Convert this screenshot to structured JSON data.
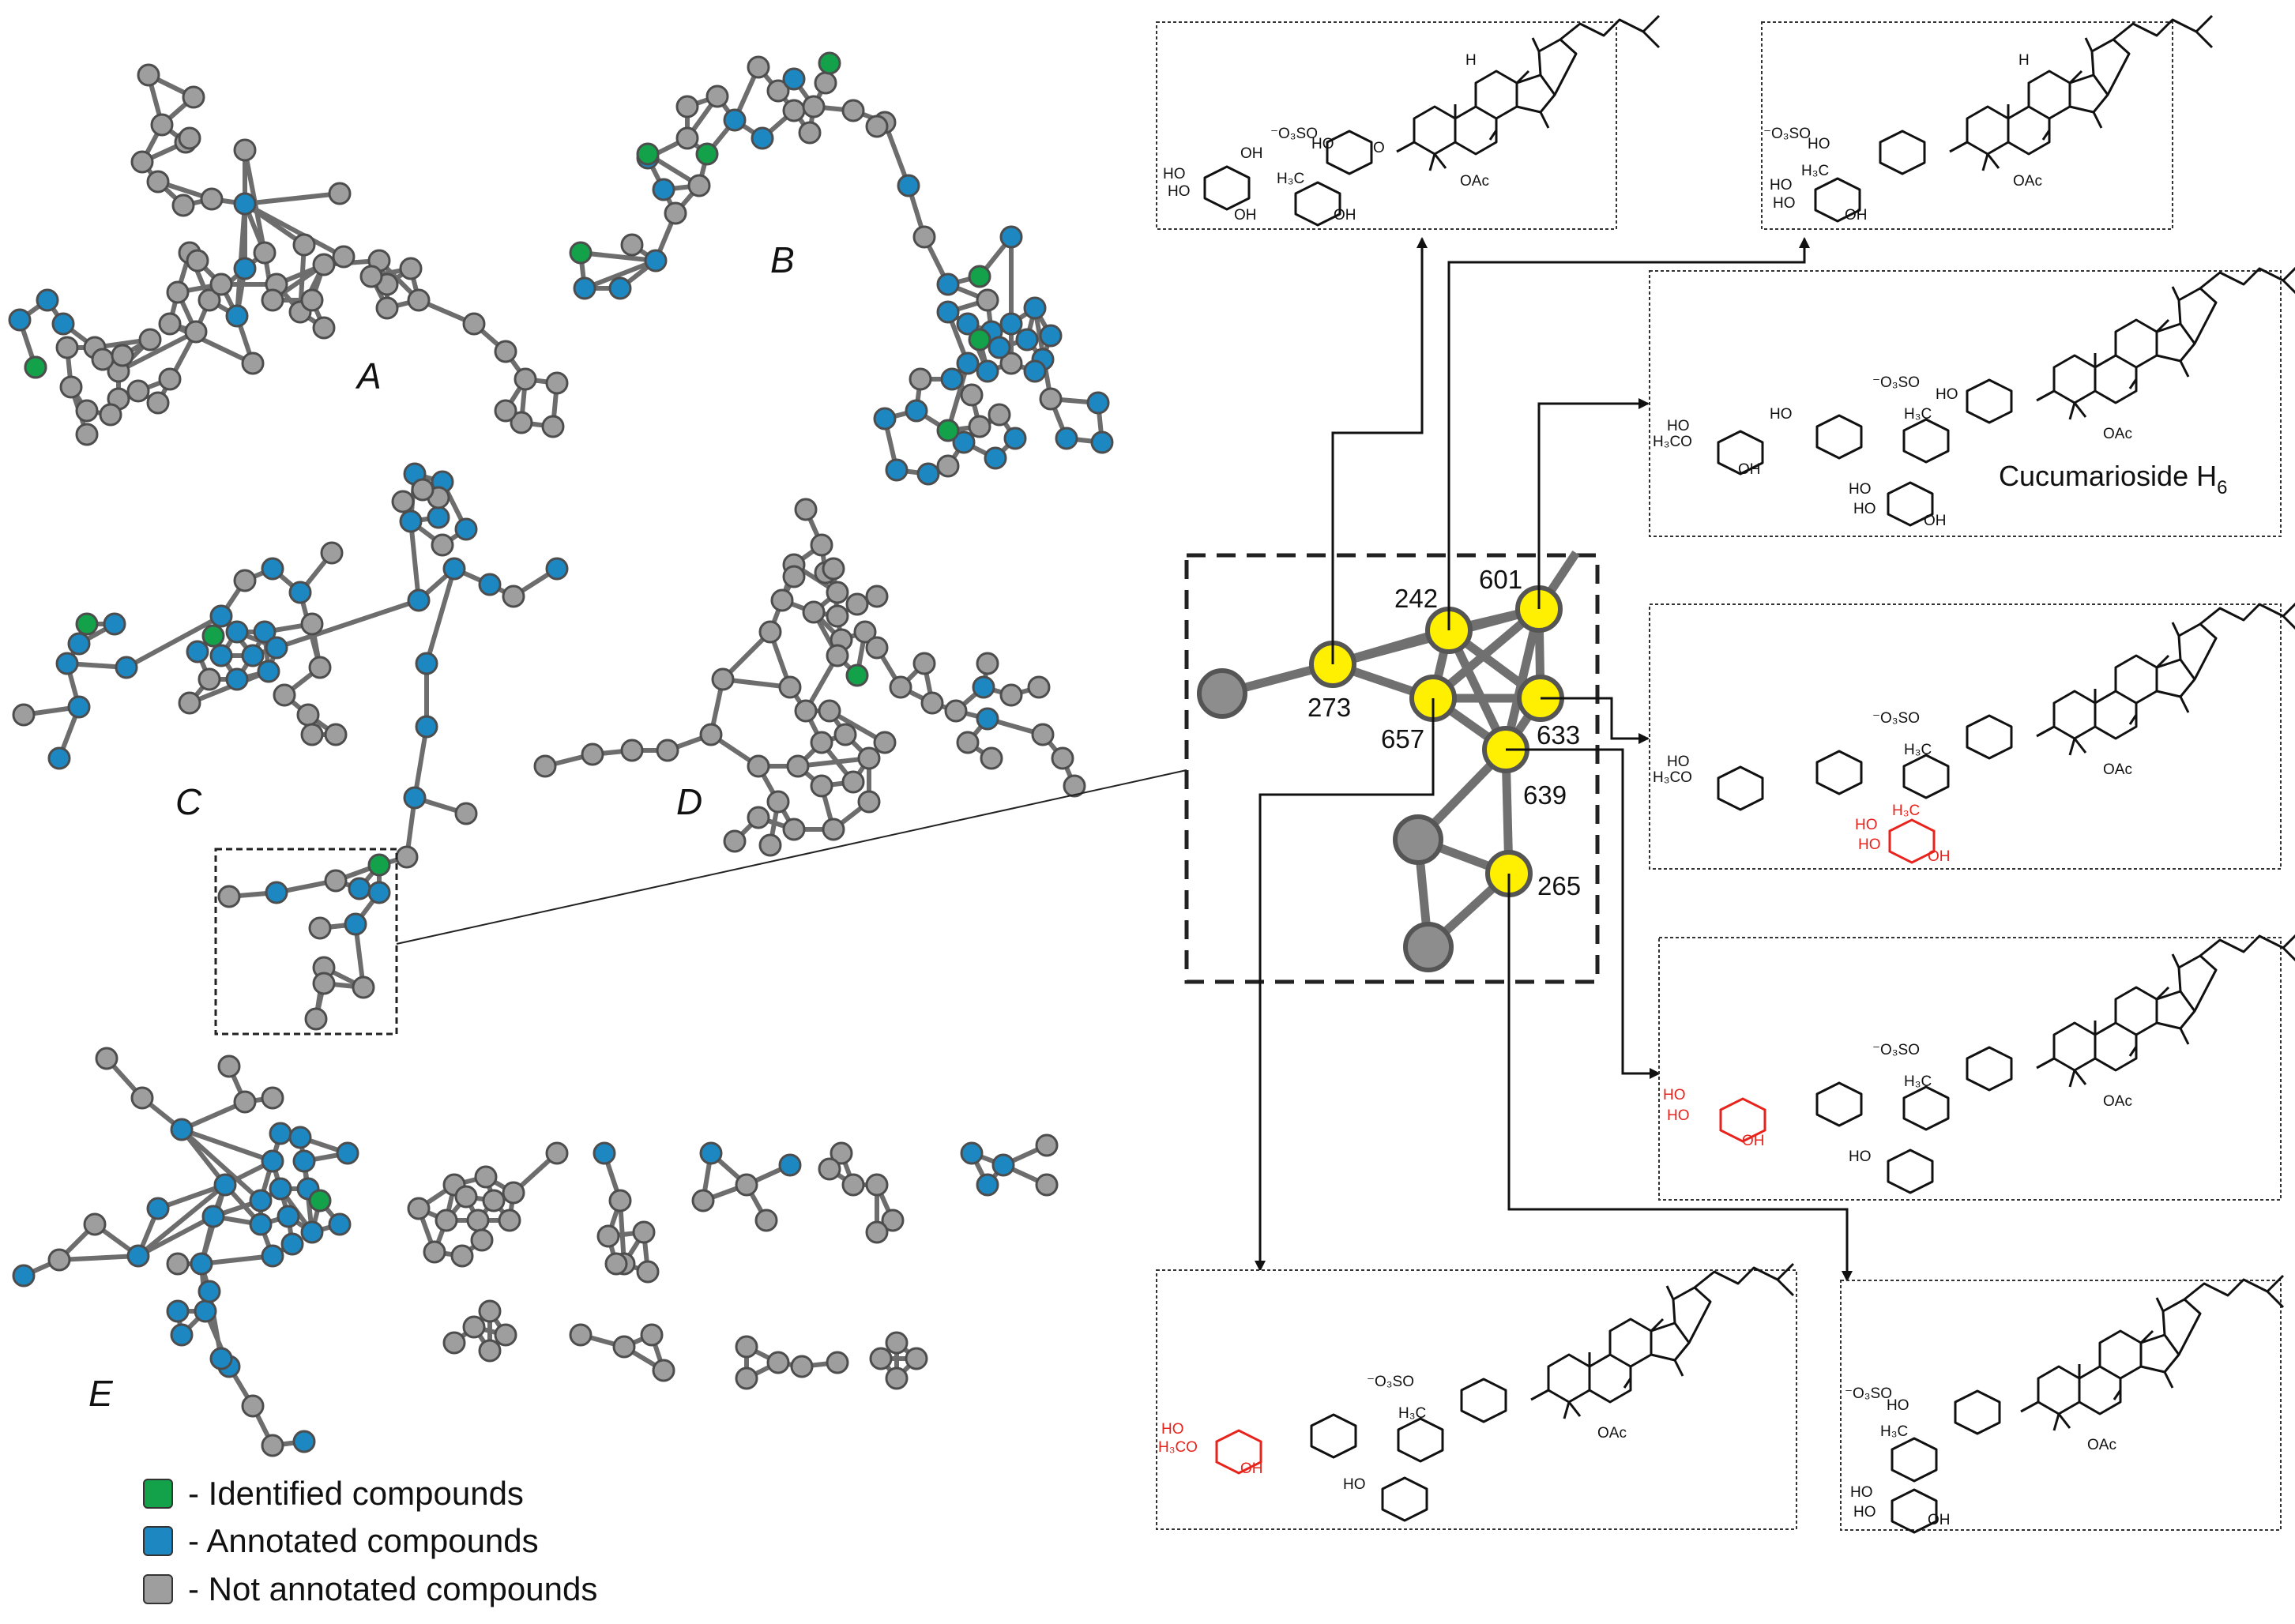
{
  "clusters": {
    "A": "A",
    "B": "B",
    "C": "C",
    "D": "D",
    "E": "E"
  },
  "zoom_nodes": [
    "273",
    "242",
    "601",
    "657",
    "633",
    "639",
    "265"
  ],
  "compound_name": "Cucumarioside H",
  "compound_subscript": "6",
  "legend": [
    {
      "label": "- Identified compounds",
      "color": "#13a14a"
    },
    {
      "label": "- Annotated compounds",
      "color": "#1d87c2"
    },
    {
      "label": "- Not annotated compounds",
      "color": "#9e9e9e"
    }
  ],
  "atoms": {
    "so3": "⁻O₃SO",
    "so3b": "⁻O₃SO",
    "ho": "HO",
    "oh": "OH",
    "h3c": "H₃C",
    "h3co": "H₃CO",
    "h": "H",
    "oac": "OAc",
    "o": "O"
  },
  "colors": {
    "identified": "#13a14a",
    "annotated": "#1d87c2",
    "not_annotated": "#9e9e9e",
    "highlight": "#ffef00",
    "modification": "#e8231c"
  }
}
